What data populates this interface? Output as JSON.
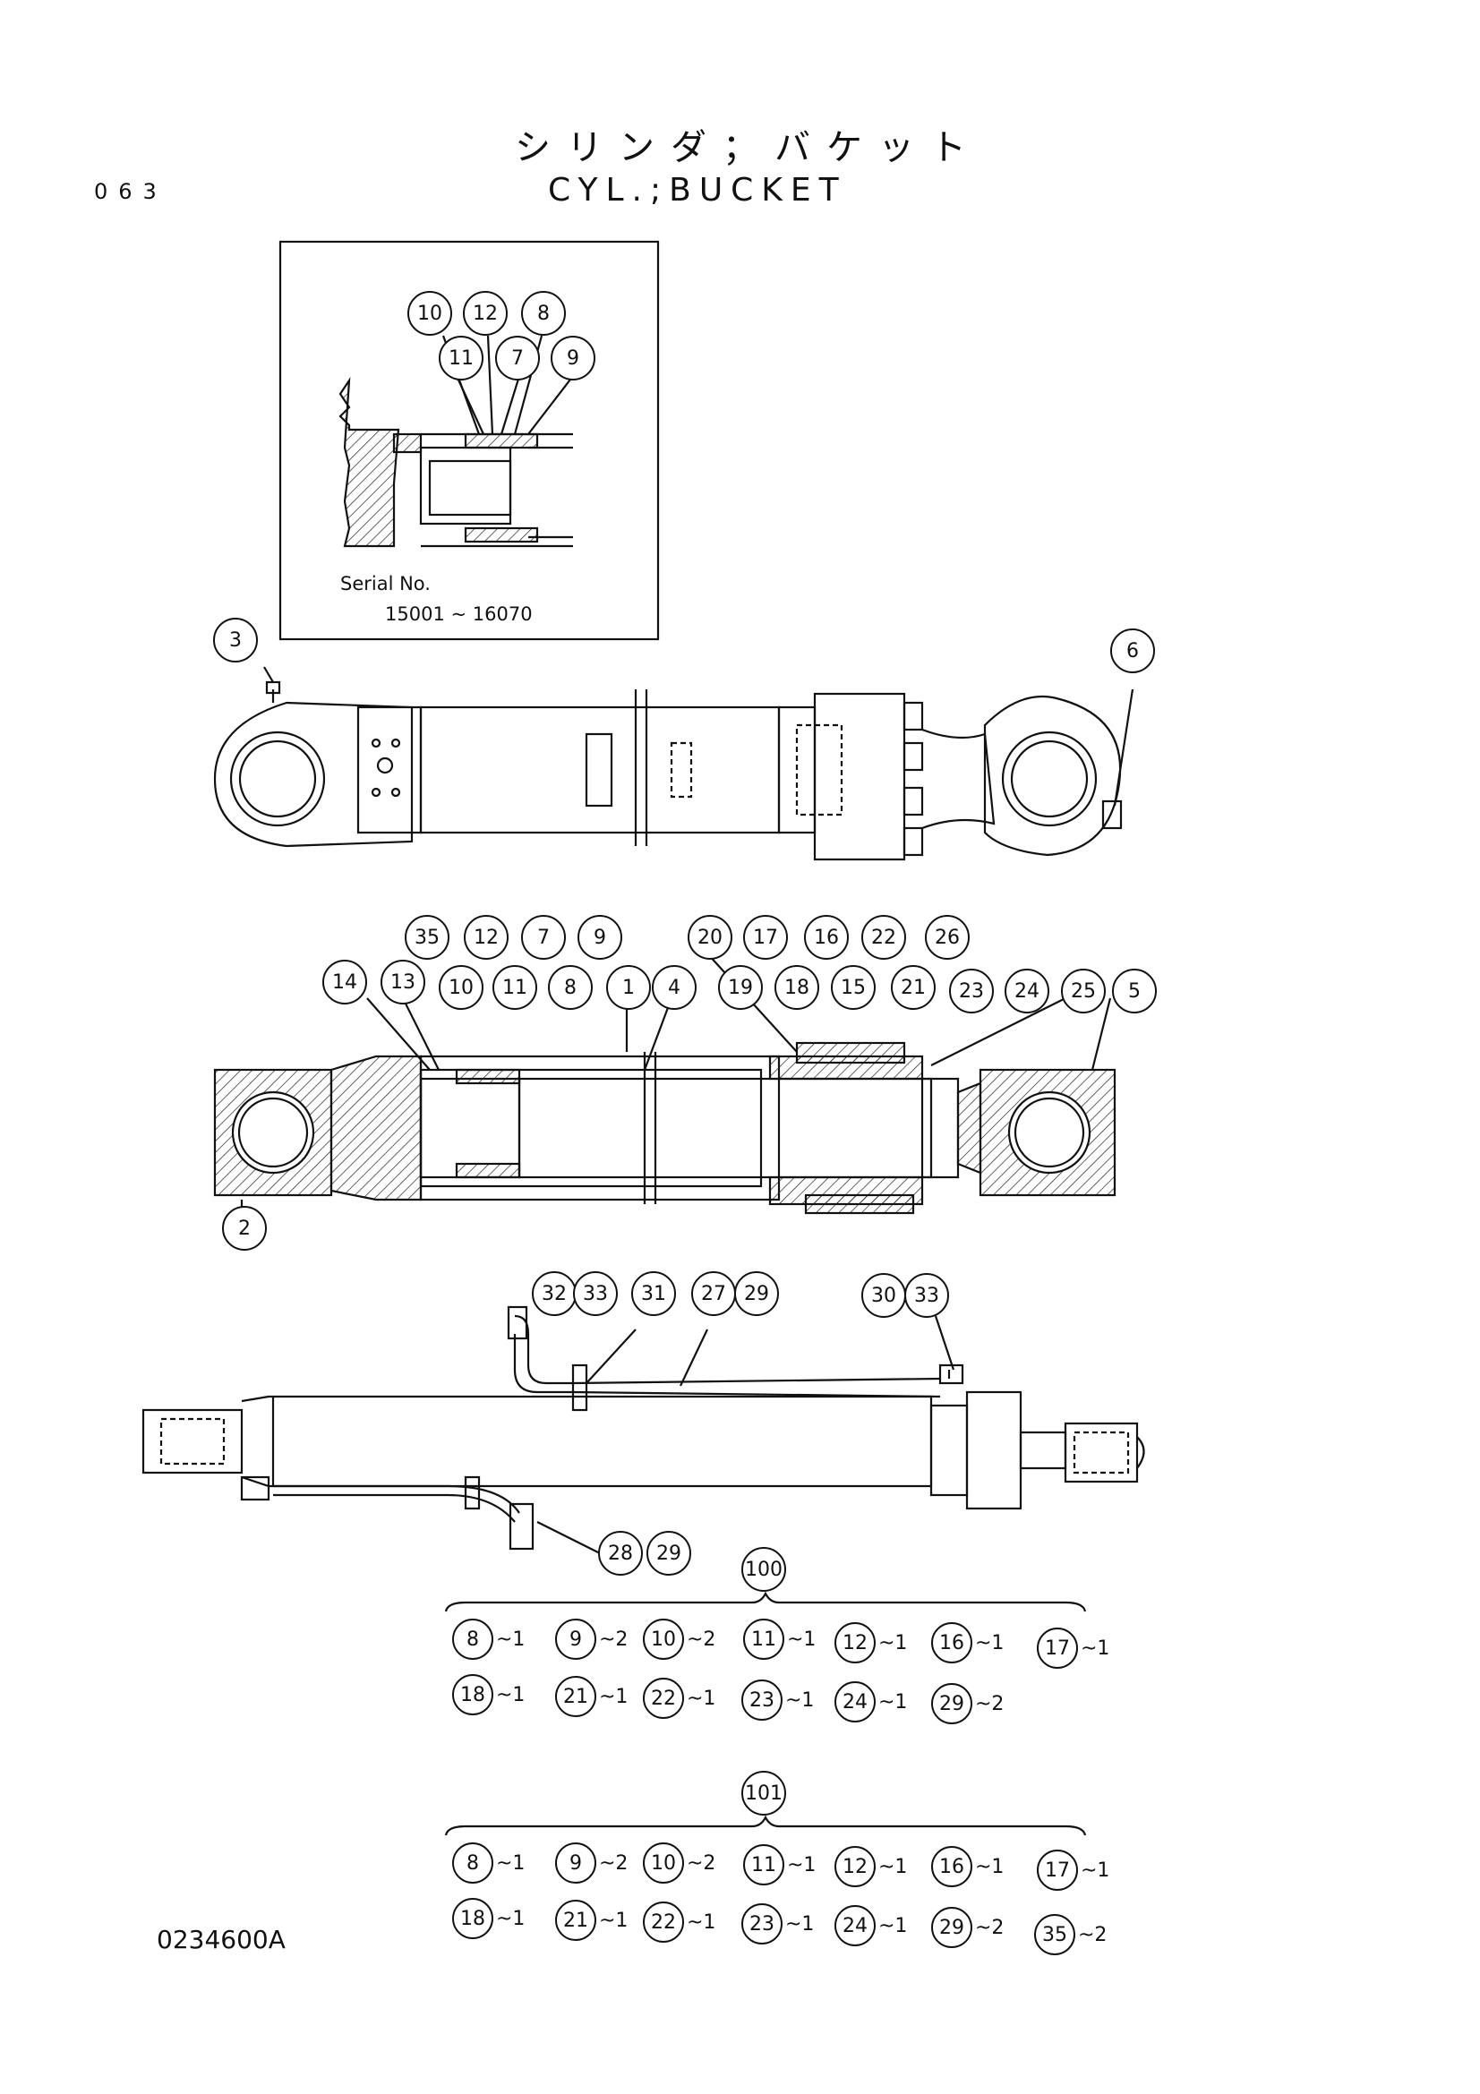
{
  "header": {
    "title_jp": "シリンダ；バケット",
    "title_en": "CYL.;BUCKET",
    "page_number": "063"
  },
  "inset": {
    "serial_label": "Serial No.",
    "serial_range": "15001 ~ 16070",
    "callouts": [
      "10",
      "12",
      "8",
      "11",
      "7",
      "9"
    ]
  },
  "exterior_view": {
    "callouts": [
      "3",
      "6"
    ]
  },
  "section_view": {
    "callouts": [
      "35",
      "12",
      "7",
      "9",
      "20",
      "17",
      "16",
      "22",
      "26",
      "14",
      "13",
      "10",
      "11",
      "8",
      "1",
      "4",
      "19",
      "18",
      "15",
      "21",
      "23",
      "24",
      "25",
      "5",
      "2"
    ]
  },
  "piping_view": {
    "callouts": [
      "32",
      "33",
      "31",
      "27",
      "29",
      "30",
      "33",
      "28",
      "29"
    ]
  },
  "kits": [
    {
      "id": "100",
      "items": [
        {
          "part": "8",
          "qty": "~1"
        },
        {
          "part": "9",
          "qty": "~2"
        },
        {
          "part": "10",
          "qty": "~2"
        },
        {
          "part": "11",
          "qty": "~1"
        },
        {
          "part": "12",
          "qty": "~1"
        },
        {
          "part": "16",
          "qty": "~1"
        },
        {
          "part": "17",
          "qty": "~1"
        },
        {
          "part": "18",
          "qty": "~1"
        },
        {
          "part": "21",
          "qty": "~1"
        },
        {
          "part": "22",
          "qty": "~1"
        },
        {
          "part": "23",
          "qty": "~1"
        },
        {
          "part": "24",
          "qty": "~1"
        },
        {
          "part": "29",
          "qty": "~2"
        }
      ]
    },
    {
      "id": "101",
      "items": [
        {
          "part": "8",
          "qty": "~1"
        },
        {
          "part": "9",
          "qty": "~2"
        },
        {
          "part": "10",
          "qty": "~2"
        },
        {
          "part": "11",
          "qty": "~1"
        },
        {
          "part": "12",
          "qty": "~1"
        },
        {
          "part": "16",
          "qty": "~1"
        },
        {
          "part": "17",
          "qty": "~1"
        },
        {
          "part": "18",
          "qty": "~1"
        },
        {
          "part": "21",
          "qty": "~1"
        },
        {
          "part": "22",
          "qty": "~1"
        },
        {
          "part": "23",
          "qty": "~1"
        },
        {
          "part": "24",
          "qty": "~1"
        },
        {
          "part": "29",
          "qty": "~2"
        },
        {
          "part": "35",
          "qty": "~2"
        }
      ]
    }
  ],
  "footer": {
    "drawing_number": "0234600A"
  }
}
